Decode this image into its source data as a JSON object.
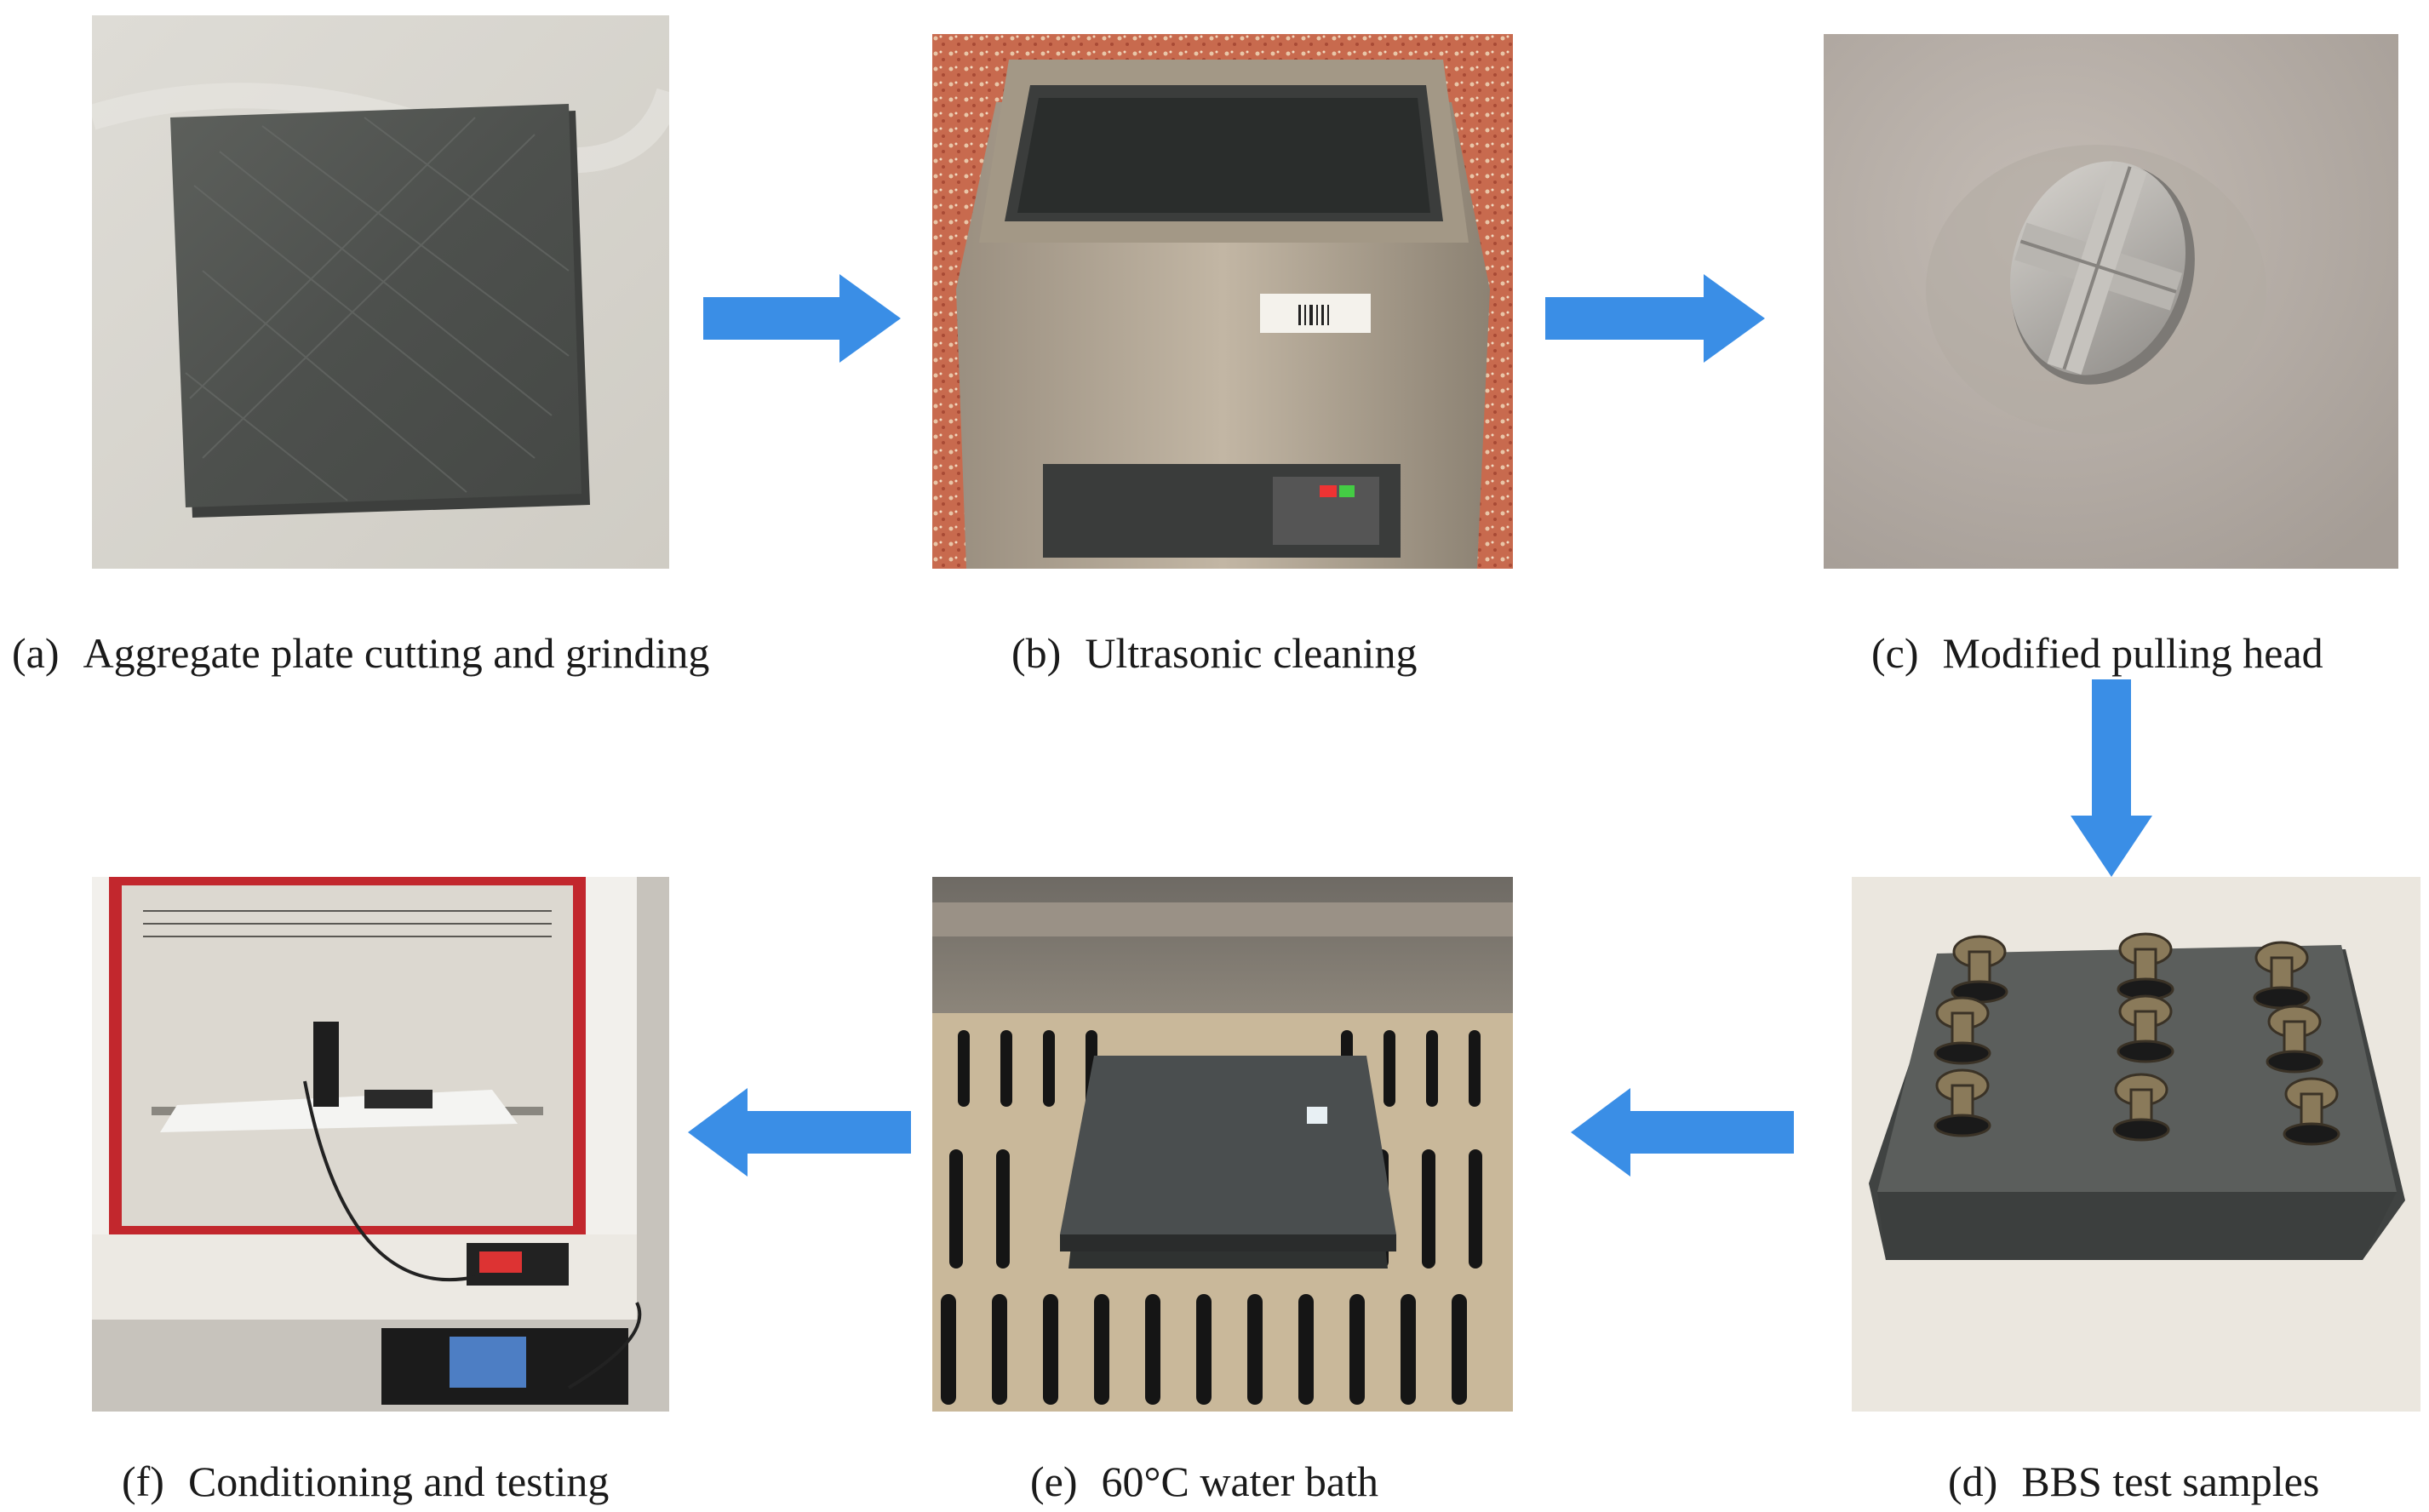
{
  "arrow_color": "#3a8ee6",
  "panels": {
    "a": {
      "tag": "(a)",
      "caption": "Aggregate plate cutting and grinding"
    },
    "b": {
      "tag": "(b)",
      "caption": "Ultrasonic cleaning"
    },
    "c": {
      "tag": "(c)",
      "caption": "Modified pulling head"
    },
    "d": {
      "tag": "(d)",
      "caption": "BBS test samples"
    },
    "e": {
      "tag": "(e)",
      "caption": "60°C water bath"
    },
    "f": {
      "tag": "(f)",
      "caption": "Conditioning and testing"
    }
  },
  "flow": [
    "a",
    "b",
    "c",
    "d",
    "e",
    "f"
  ]
}
